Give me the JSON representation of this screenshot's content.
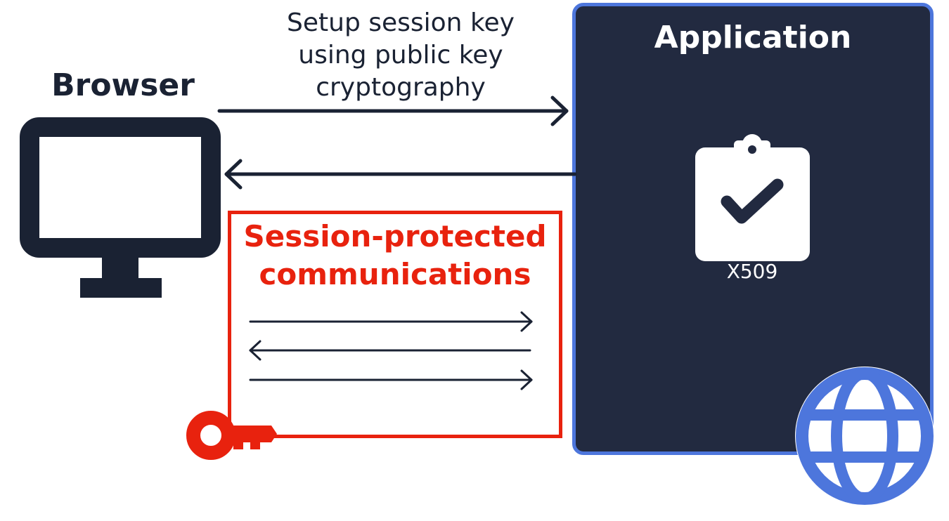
{
  "browser": {
    "label": "Browser"
  },
  "handshake": {
    "label_lines": [
      "Setup session key",
      "using public key",
      "cryptography"
    ]
  },
  "session": {
    "label_lines": [
      "Session-protected",
      "communications"
    ]
  },
  "application": {
    "label": "Application"
  },
  "certificate": {
    "label": "X509"
  },
  "icons": {
    "monitor": "monitor-icon",
    "certificate": "clipboard-check-icon",
    "key": "key-icon",
    "globe": "globe-icon"
  },
  "colors": {
    "dark": "#1a2233",
    "panel": "#222a40",
    "accent_blue": "#4d76dc",
    "session_red": "#e8220e",
    "white": "#ffffff"
  }
}
